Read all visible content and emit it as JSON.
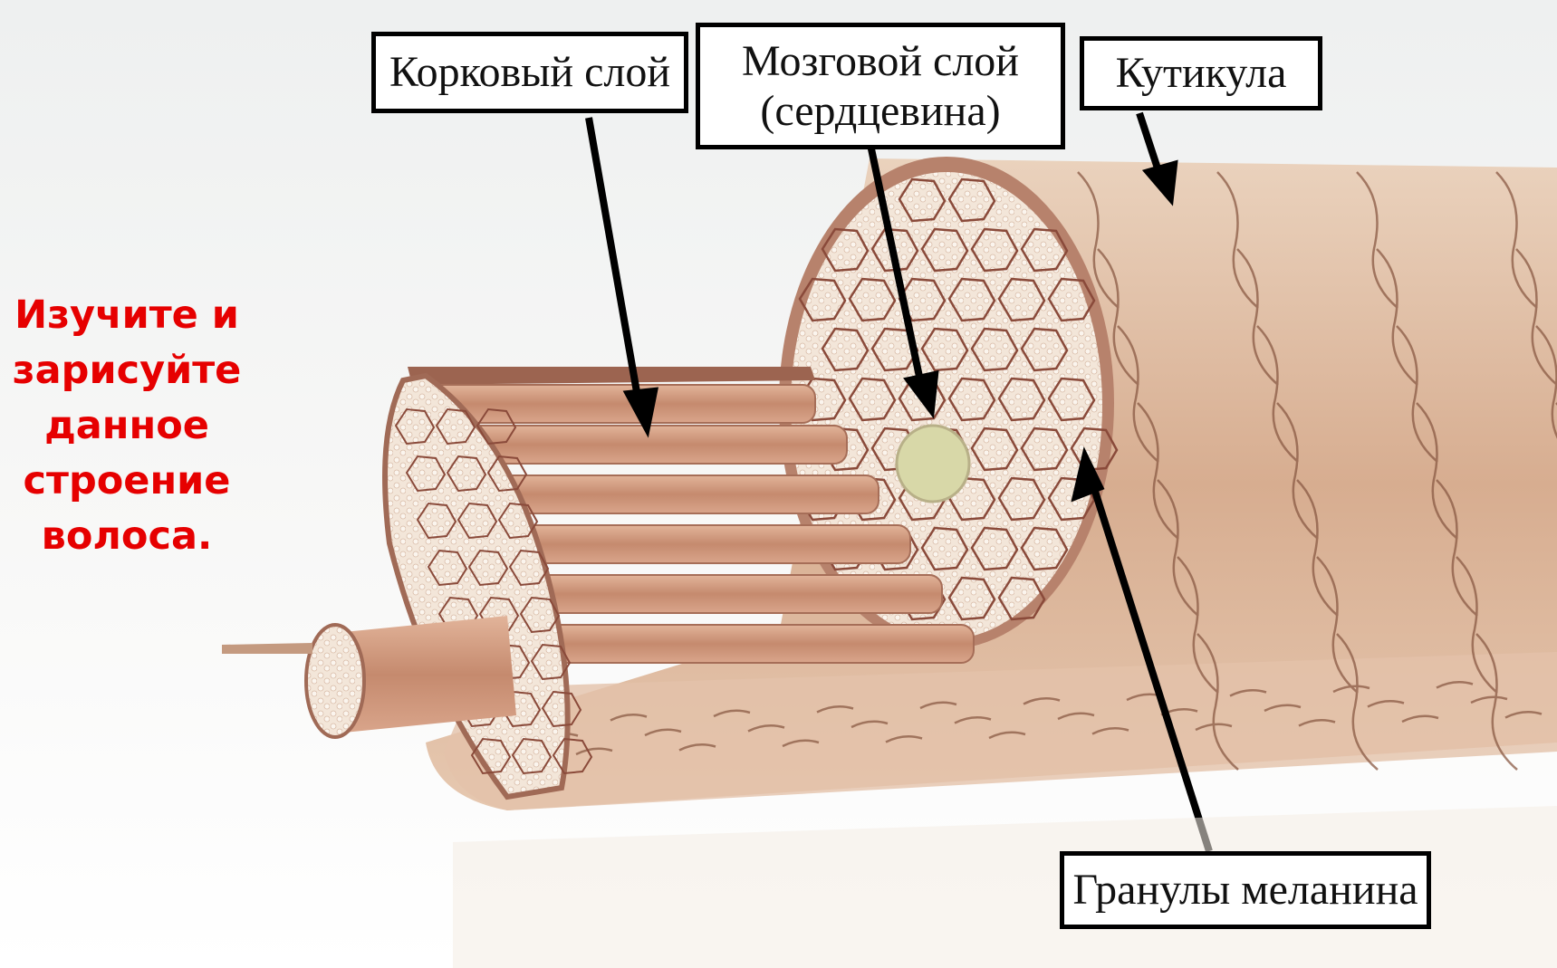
{
  "colors": {
    "task_text": "#e60000",
    "cuticle": "#d9b092",
    "cortex": "#c98e72",
    "medulla": "#d8d8a8",
    "cells": "#f4e8dc",
    "cell_border": "#8a4a3a"
  },
  "labels": {
    "cortex": "Корковый слой",
    "medulla_line1": "Мозговой слой",
    "medulla_line2": "(сердцевина)",
    "cuticle": "Кутикула",
    "melanin": "Гранулы меланина"
  },
  "task": {
    "text": "Изучите и\nзарисуйте\nданное\nстроение\nволоса."
  }
}
